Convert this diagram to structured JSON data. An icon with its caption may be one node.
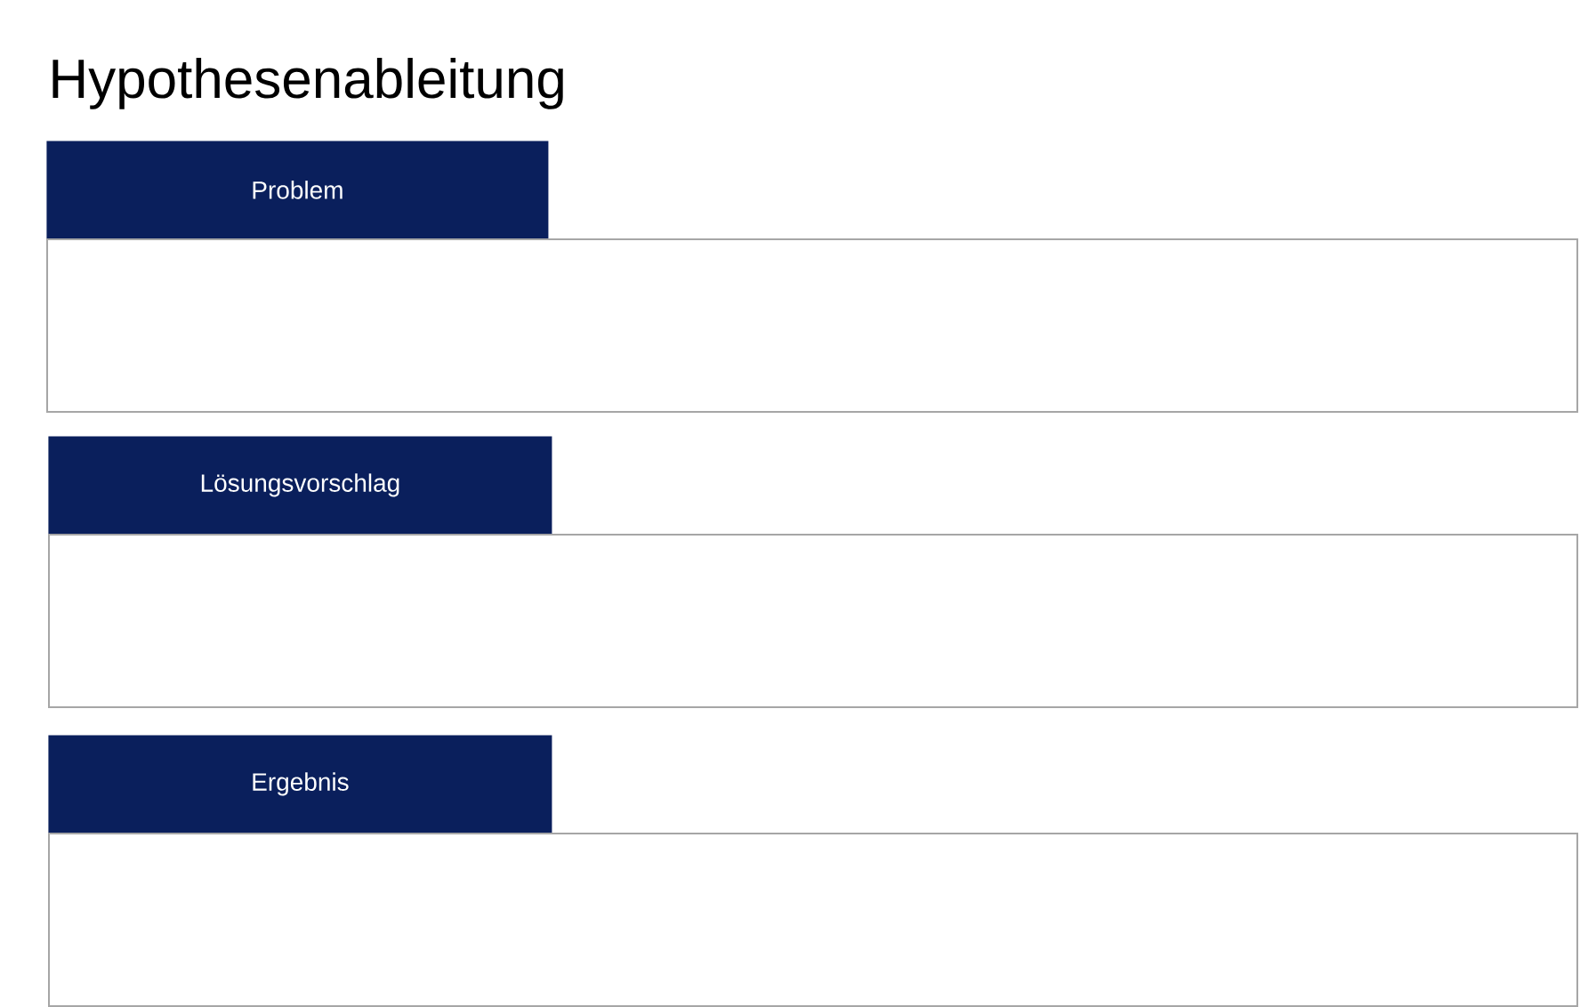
{
  "diagram": {
    "title": "Hypothesenableitung",
    "nodes": [
      {
        "text": [
          "Problem"
        ]
      },
      {
        "text": [],
        "shape": "box"
      },
      {
        "text": [
          "Lösungsvorschlag"
        ]
      },
      {
        "text": [],
        "shape": "box"
      },
      {
        "text": [
          "Ergebnis"
        ]
      },
      {
        "text": [],
        "shape": "box"
      }
    ]
  }
}
